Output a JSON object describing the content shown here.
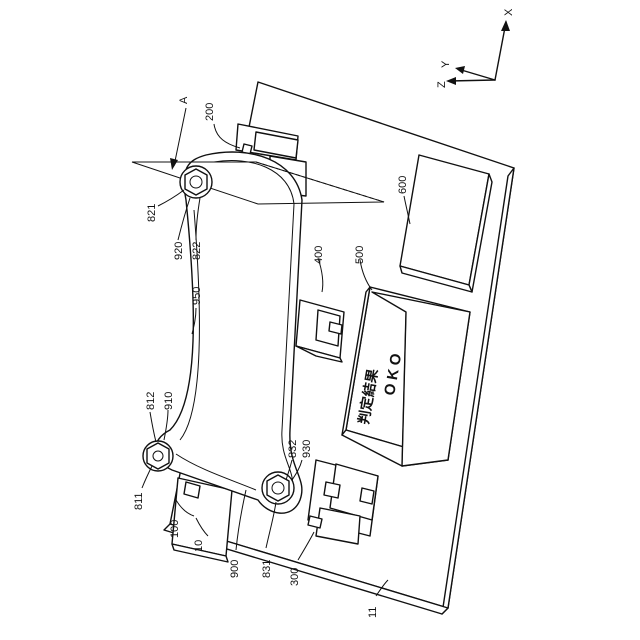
{
  "axes": {
    "x": "X",
    "y": "Y",
    "z": "Z"
  },
  "section_label": "A",
  "unit_text": {
    "japanese": "判定結果",
    "indicator": "OKO"
  },
  "reference_numerals": {
    "n10": "10",
    "n11": "11",
    "n100": "100",
    "n200": "200",
    "n300": "300",
    "n400": "400",
    "n500": "500",
    "n600": "600",
    "n811": "811",
    "n812": "812",
    "n821": "821",
    "n822": "822",
    "n831": "831",
    "n832": "832",
    "n900": "900",
    "n910": "910",
    "n920": "920",
    "n930": "930",
    "n950": "950"
  }
}
